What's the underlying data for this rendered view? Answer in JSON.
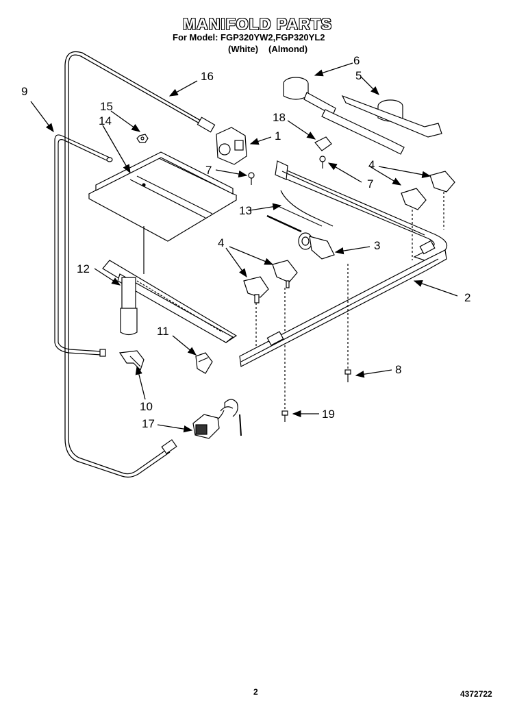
{
  "title": "MANIFOLD PARTS",
  "model_line": "For Model: FGP320YW2,FGP320YL2",
  "variants": [
    "(White)",
    "(Almond)"
  ],
  "page_number": "2",
  "doc_number": "4372722",
  "callouts": [
    "1",
    "2",
    "3",
    "4",
    "4",
    "5",
    "6",
    "7",
    "7",
    "8",
    "9",
    "10",
    "11",
    "12",
    "13",
    "14",
    "15",
    "16",
    "17",
    "18",
    "19"
  ]
}
